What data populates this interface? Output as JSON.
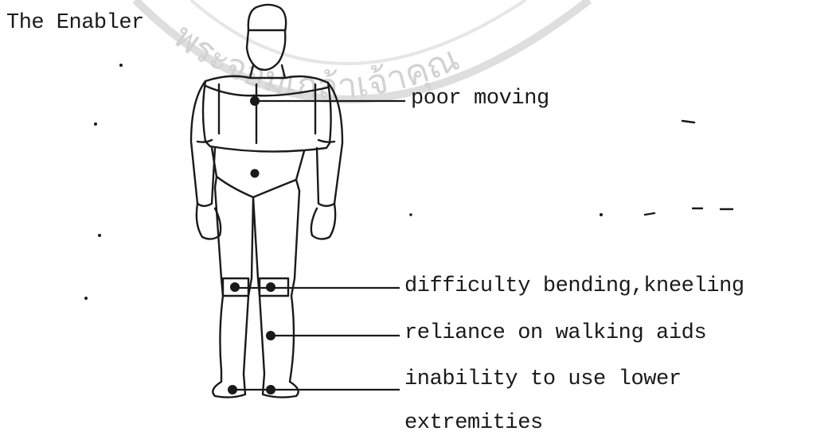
{
  "title": "The Enabler",
  "watermark_text": "พระจอมเกล้าเจ้าคุณ",
  "colors": {
    "ink": "#1a1a1a",
    "watermark": "#d2d2d2",
    "background": "#ffffff"
  },
  "annotations": [
    {
      "label": "poor moving"
    },
    {
      "label": "difficulty bending,kneeling"
    },
    {
      "label": "reliance on walking aids"
    },
    {
      "label": "inability to use lower"
    },
    {
      "label": "extremities"
    }
  ]
}
